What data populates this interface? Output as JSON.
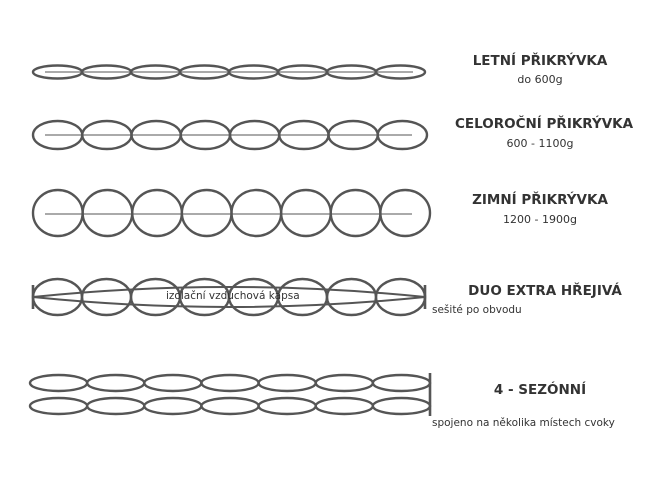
{
  "colors": {
    "stroke": "#555555",
    "text": "#333333",
    "background": "#ffffff"
  },
  "blankets": [
    {
      "title": "LETNÍ PŘIKRÝVKA",
      "subtitle": "do 600g"
    },
    {
      "title": "CELOROČNÍ PŘIKRÝVKA",
      "subtitle": "600 - 1100g"
    },
    {
      "title": "ZIMNÍ PŘIKRÝVKA",
      "subtitle": "1200 - 1900g"
    },
    {
      "title": "DUO EXTRA HŘEJIVÁ",
      "subtitle": "sešité po obvodu",
      "inner_label": "izolační vzduchová kapsa"
    },
    {
      "title": "4 - SEZÓNNÍ",
      "subtitle": "spojeno na několika místech cvoky"
    }
  ]
}
